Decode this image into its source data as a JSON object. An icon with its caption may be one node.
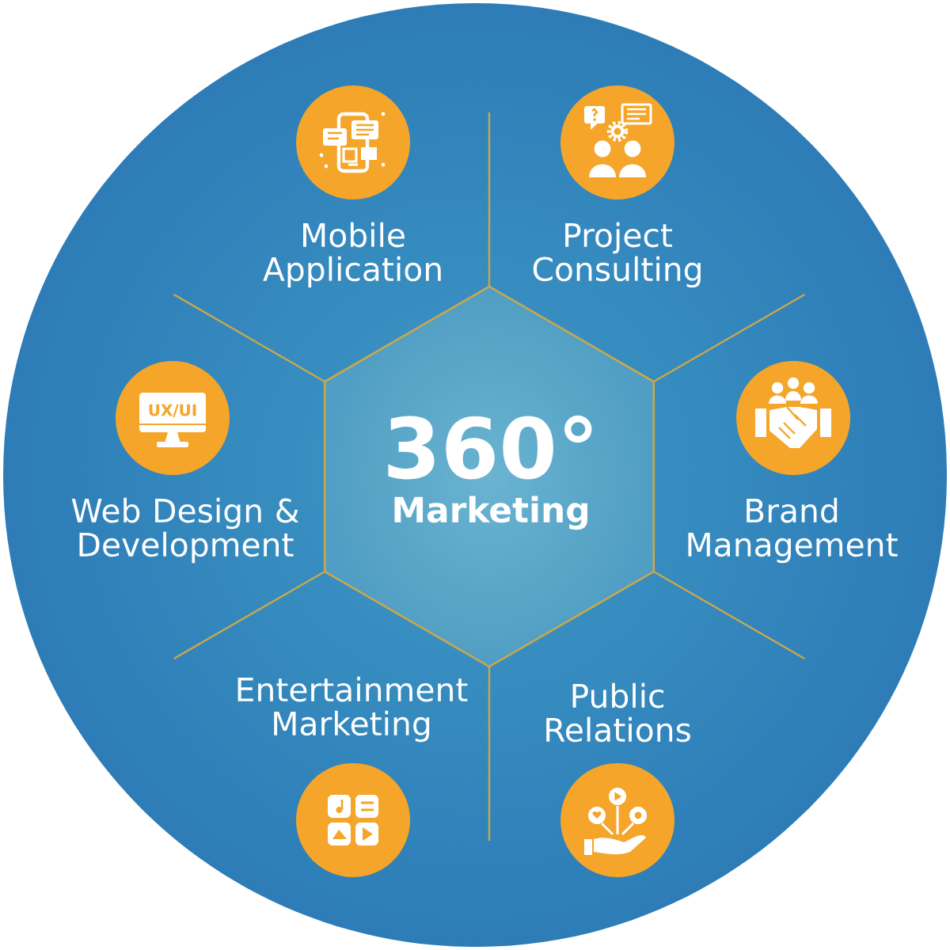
{
  "diagram": {
    "nodes": [
      {
        "text": [
          "Mobile Application"
        ]
      },
      {
        "text": [
          "Project Consulting"
        ]
      },
      {
        "text": [
          "Web Design & Development"
        ]
      },
      {
        "text": [
          "360°",
          "Marketing"
        ]
      },
      {
        "text": [
          "Brand Management"
        ]
      },
      {
        "text": [
          "Entertainment Marketing"
        ]
      },
      {
        "text": [
          "Public Relations"
        ]
      }
    ],
    "labels": [
      "UX/UI"
    ]
  }
}
